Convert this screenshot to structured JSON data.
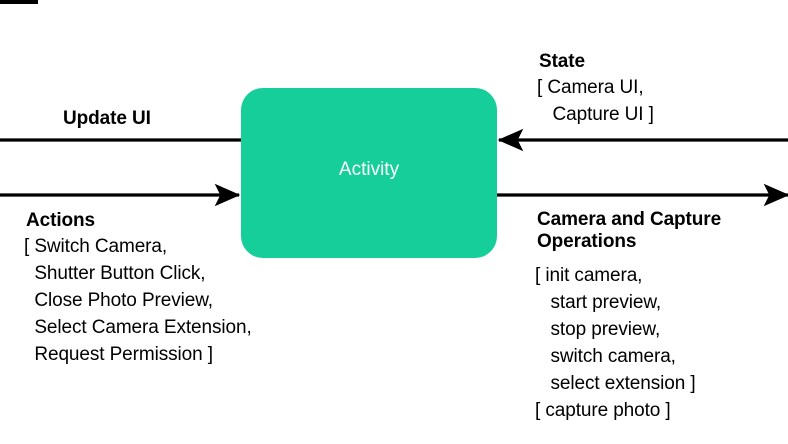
{
  "diagram": {
    "type": "flow-diagram",
    "background_color": "#ffffff",
    "node": {
      "id": "activity",
      "label": "Activity",
      "fill_color": "#15ce99",
      "text_color": "#ffffff",
      "shape": "rounded-rectangle"
    },
    "flows": [
      {
        "id": "update-ui",
        "heading": "Update UI",
        "direction": "left",
        "side": "left",
        "items": []
      },
      {
        "id": "actions",
        "heading": "Actions",
        "direction": "right",
        "side": "left",
        "items_text": "[ Switch Camera,\n  Shutter Button Click,\n  Close Photo Preview,\n  Select Camera Extension,\n  Request Permission ]",
        "items": [
          "[ Switch Camera,",
          "Shutter Button Click,",
          "Close Photo Preview,",
          "Select Camera Extension,",
          "Request Permission ]"
        ]
      },
      {
        "id": "state",
        "heading": "State",
        "direction": "left",
        "side": "right",
        "items_text": "[ Camera UI,\n   Capture UI ]",
        "items": [
          "[ Camera UI,",
          "Capture UI ]"
        ]
      },
      {
        "id": "camera-and-capture-operations",
        "heading": "Camera and Capture\nOperations",
        "heading_line1": "Camera and Capture",
        "heading_line2": "Operations",
        "direction": "right",
        "side": "right",
        "items_text": "[ init camera,\n   start preview,\n   stop preview,\n   switch camera,\n   select extension ]\n[ capture photo ]",
        "items": [
          "[ init camera,",
          "start preview,",
          "stop preview,",
          "switch camera,",
          "select extension ]",
          "[ capture photo ]"
        ]
      }
    ],
    "colors": {
      "line": "#000000",
      "node_fill": "#15ce99",
      "node_text": "#ffffff",
      "text": "#000000"
    }
  }
}
